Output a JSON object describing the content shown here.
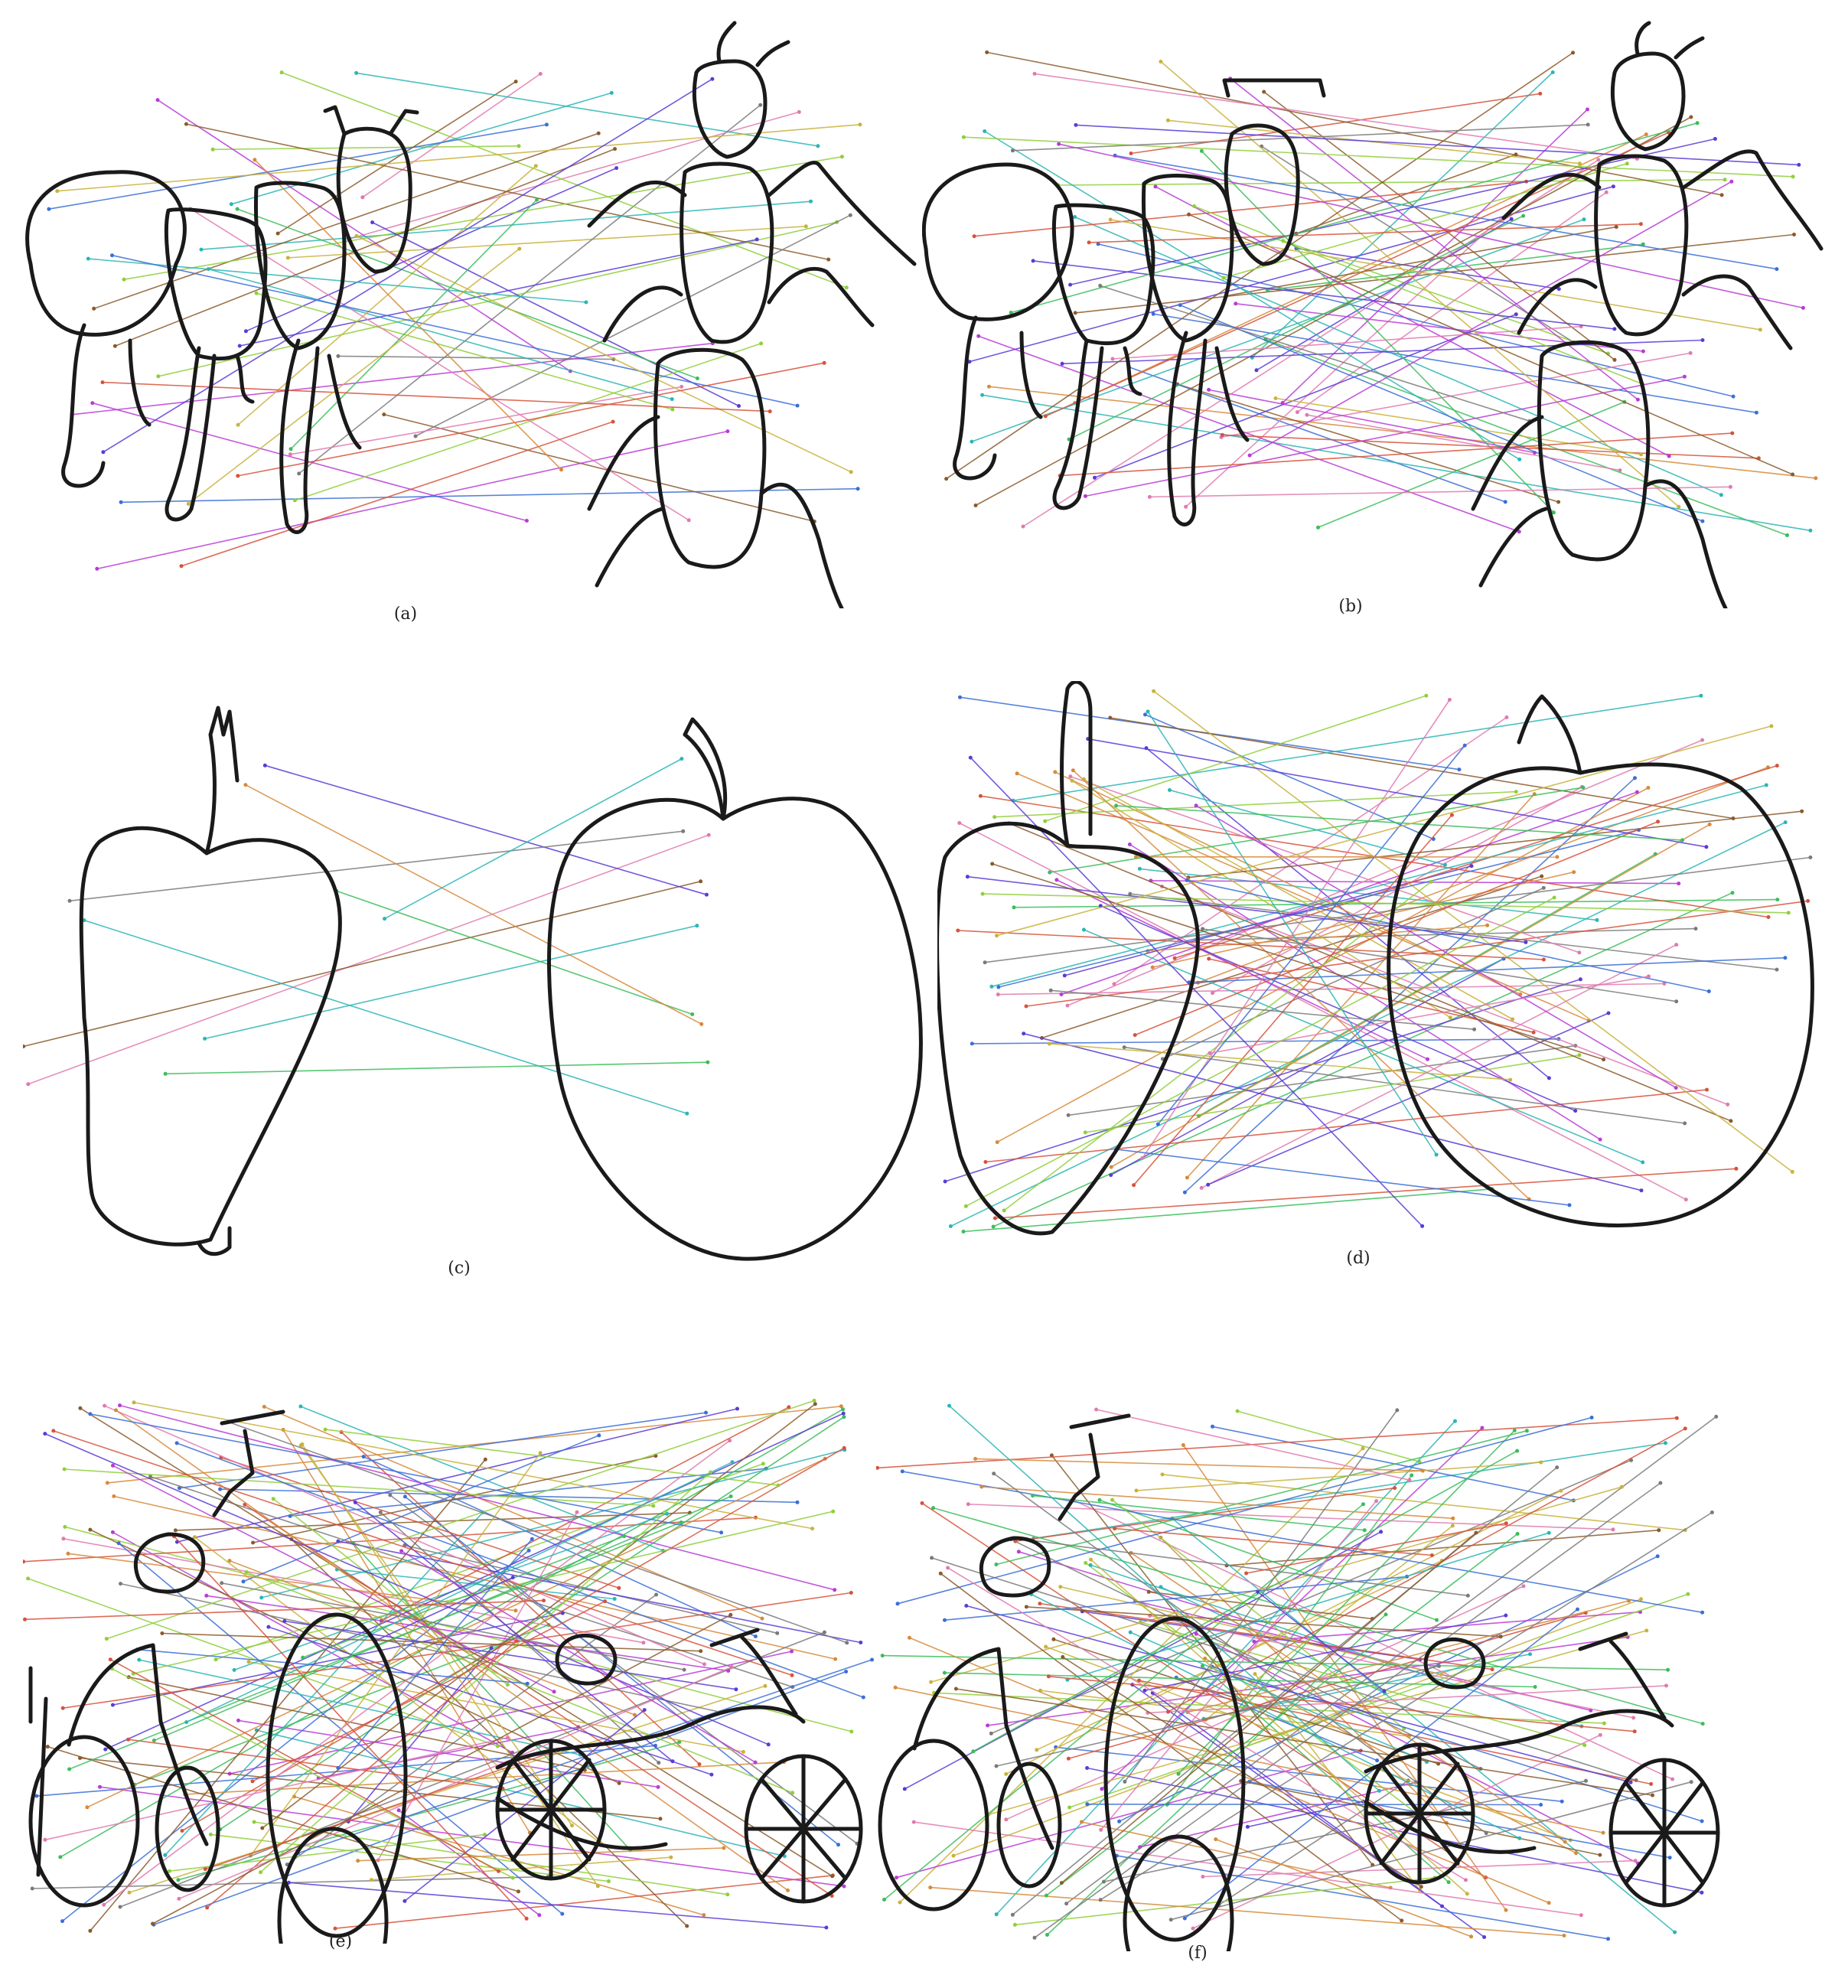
{
  "figure": {
    "panels": [
      {
        "id": "a",
        "caption": "(a)"
      },
      {
        "id": "b",
        "caption": "(b)"
      },
      {
        "id": "c",
        "caption": "(c)"
      },
      {
        "id": "d",
        "caption": "(d)"
      },
      {
        "id": "e",
        "caption": "(e)"
      },
      {
        "id": "f",
        "caption": "(f)"
      }
    ],
    "match_line_colors": [
      "#3b6fd6",
      "#d6523b",
      "#3bbd5a",
      "#b83bd6",
      "#c9b23b",
      "#2bb5b5",
      "#8a5a2b",
      "#7a7a7a",
      "#e07ab0",
      "#5a3bd6",
      "#8fcf3b",
      "#d68a3b"
    ],
    "sketch_stroke_color": "#1a1a1a"
  }
}
